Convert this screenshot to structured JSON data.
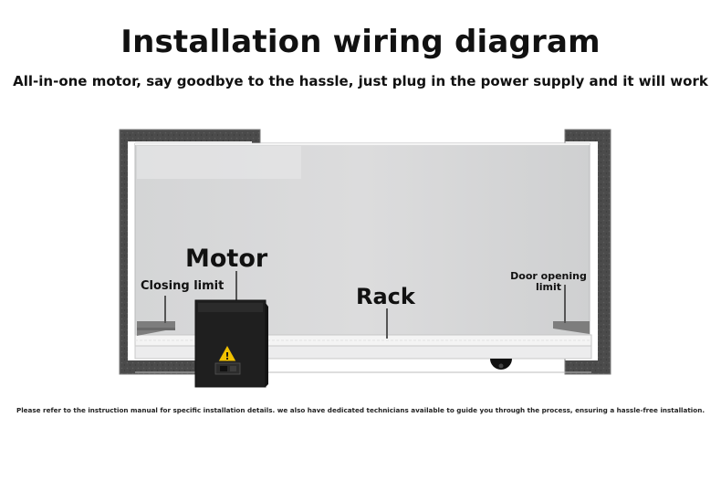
{
  "title": "Installation wiring diagram",
  "subtitle": "All-in-one motor, say goodbye to the hassle, just plug in the power supply and it will work",
  "labels": {
    "motor": "Motor",
    "closing_limit": "Closing limit",
    "rack": "Rack",
    "door_opening_limit": "Door opening limit"
  },
  "footer_note": "Please refer to the instruction manual for specific installation details. we also have dedicated technicians available to guide you through the process, ensuring a hassle-free installation.",
  "colors": {
    "pillar": "#4a4a4a",
    "gate_glass": "#d9dadb",
    "rack": "#f2f2f2",
    "motor_body": "#1e1e1e",
    "warning": "#f2c200"
  }
}
